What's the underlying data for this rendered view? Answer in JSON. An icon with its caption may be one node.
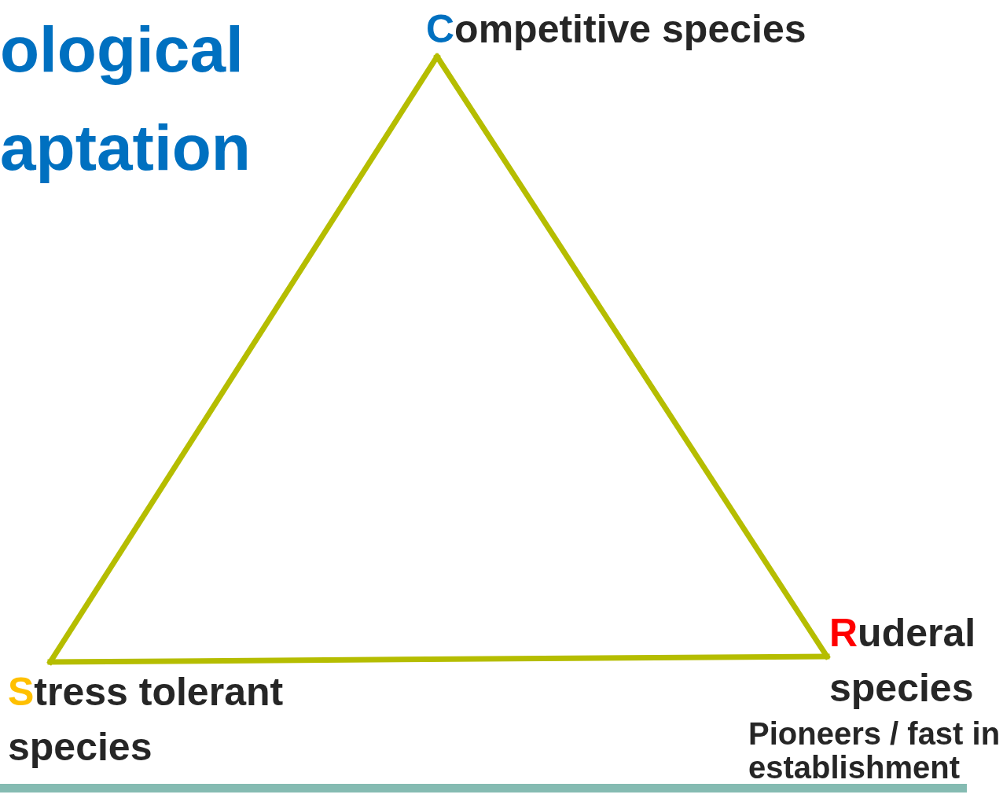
{
  "diagram": {
    "title": "ological aptation",
    "nodes": [
      {
        "text": [
          "Competitive species"
        ]
      },
      {
        "text": [
          "Ruderal species"
        ],
        "beside": [
          "Pioneers / fast in establishment"
        ]
      },
      {
        "text": [
          "Stress tolerant species"
        ]
      }
    ],
    "edges": [
      {
        "from": 0,
        "to": 1,
        "arrow": "none",
        "color": "#b5bd00"
      },
      {
        "from": 1,
        "to": 2,
        "arrow": "none",
        "color": "#b5bd00"
      },
      {
        "from": 2,
        "to": 0,
        "arrow": "none",
        "color": "#b5bd00"
      }
    ]
  }
}
